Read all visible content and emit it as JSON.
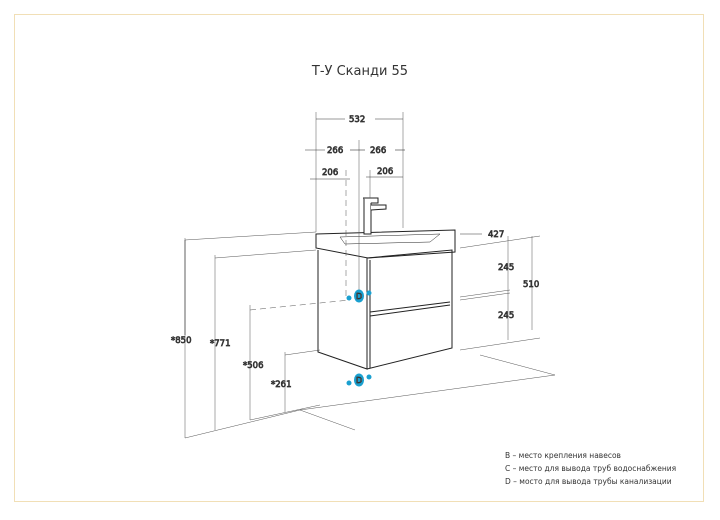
{
  "title": "Т-У Сканди 55",
  "dimensions": {
    "total_width": "532",
    "half_left": "266",
    "half_right": "266",
    "offset_left": "206",
    "offset_right": "206",
    "depth": "427",
    "height_total": "510",
    "drawer_top": "245",
    "drawer_bottom": "245",
    "h850": "*850",
    "h771": "*771",
    "h506": "*506",
    "h261": "*261"
  },
  "markers": {
    "d_top": "D",
    "d_bottom": "D",
    "marker_color": "#1aa0d0"
  },
  "legend": [
    "B – место крепления навесов",
    "C – место для вывода труб водоснабжения",
    "D – мосто для вывода трубы канализации"
  ]
}
